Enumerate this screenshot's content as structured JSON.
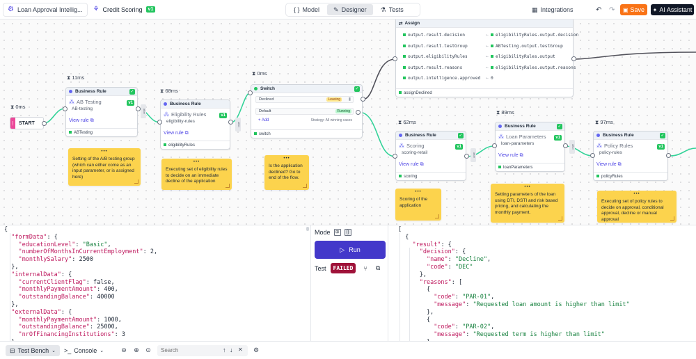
{
  "header": {
    "project": "Loan Approval Intellig...",
    "flow": "Credit Scoring",
    "flow_version": "v1",
    "tabs": [
      {
        "label": "Model",
        "icon": "{ }"
      },
      {
        "label": "Designer",
        "icon": "✎"
      },
      {
        "label": "Tests",
        "icon": "⚗"
      }
    ],
    "integrations": "Integrations",
    "save": "Save",
    "ai": "AI Assistant"
  },
  "canvas": {
    "start": {
      "label": "START",
      "time": "0ms"
    },
    "ab": {
      "time": "11ms",
      "type": "Business Rule",
      "title": "AB Testing",
      "sub": "AB-testing",
      "version": "v1",
      "link": "View rule",
      "foot": "ABTesting",
      "note": "Setting of the A/B testing group (which can either come as an input parameter, or is assigned here)"
    },
    "elig": {
      "time": "68ms",
      "type": "Business Rule",
      "title": "Eligibility Rules",
      "sub": "eligibility-rules",
      "version": "v1",
      "link": "View rule",
      "foot": "eligibilityRules",
      "note": "Executing set of eligibility rules to decide on an immediate decline of the application"
    },
    "switch": {
      "time": "0ms",
      "type": "Switch",
      "row1": "Declined",
      "row1_badge": "Leaving",
      "row2": "Default",
      "row2_badge": "Running",
      "add": "Add",
      "strategy": "Strategy: All winning cases",
      "foot": "switch",
      "note": "Is the application declined? Go to end of the flow."
    },
    "scoring": {
      "time": "62ms",
      "type": "Business Rule",
      "title": "Scoring",
      "sub": "scoring-retail",
      "version": "v1",
      "link": "View rule",
      "foot": "scoring",
      "note": "Scoring of the application"
    },
    "loan": {
      "time": "89ms",
      "type": "Business Rule",
      "title": "Loan Parameters",
      "sub": "loan-parameters",
      "version": "v1",
      "link": "View rule",
      "foot": "loanParameters",
      "note": "Setting parameters of the loan using DTI, DSTI and risk based pricing, and calculating the monthly payment."
    },
    "policy": {
      "time": "97ms",
      "type": "Business Rule",
      "title": "Policy Rules",
      "sub": "policy-rules",
      "version": "v1",
      "link": "View rule",
      "foot": "policyRules",
      "note": "Executing set of policy rules to decide on approval, conditional approval, decline or manual approval"
    },
    "assign": {
      "type": "Assign",
      "foot": "assignDeclined",
      "rows": [
        {
          "left": "output.result.decision",
          "right": "eligibilityRules.output.decision"
        },
        {
          "left": "output.result.testGroup",
          "right": "ABTesting.output.testGroup"
        },
        {
          "left": "output.eligibilityRules",
          "right": "eligibilityRules.output"
        },
        {
          "left": "output.result.reasons",
          "right": "eligibilityRules.output.reasons"
        },
        {
          "left": "output.intelligence.approved",
          "right": "0"
        }
      ]
    }
  },
  "input_json": [
    "{",
    "  \"formData\": {",
    "    \"educationLevel\": \"Basic\",",
    "    \"numberOfMonthsInCurrentEmployment\": 2,",
    "    \"monthlySalary\": 2500",
    "  },",
    "  \"internalData\": {",
    "    \"currentClientFlag\": false,",
    "    \"monthlyPaymentAmount\": 400,",
    "    \"outstandingBalance\": 40000",
    "  },",
    "  \"externalData\": {",
    "    \"monthlyPaymentAmount\": 1000,",
    "    \"outstandingBalance\": 25000,",
    "    \"nrOfFinancingInstitutions\": 3",
    "  },"
  ],
  "output_json": [
    "[",
    "  {",
    "    \"result\": {",
    "      \"decision\": {",
    "        \"name\": \"Decline\",",
    "        \"code\": \"DEC\"",
    "      },",
    "      \"reasons\": [",
    "        {",
    "          \"code\": \"PAR-01\",",
    "          \"message\": \"Requested loan amount is higher than limit\"",
    "        },",
    "        {",
    "          \"code\": \"PAR-02\",",
    "          \"message\": \"Requested term is higher than limit\"",
    "        },"
  ],
  "runner": {
    "mode_label": "Mode",
    "run": "Run",
    "test_label": "Test",
    "status": "FAILED"
  },
  "footer": {
    "test_bench": "Test Bench",
    "console": "Console",
    "search_placeholder": "Search"
  },
  "colors": {
    "accent": "#4338ca",
    "save": "#f97316",
    "success": "#22c55e",
    "failed": "#9f1239",
    "edge": "#34d399",
    "note": "#fcd34d"
  }
}
